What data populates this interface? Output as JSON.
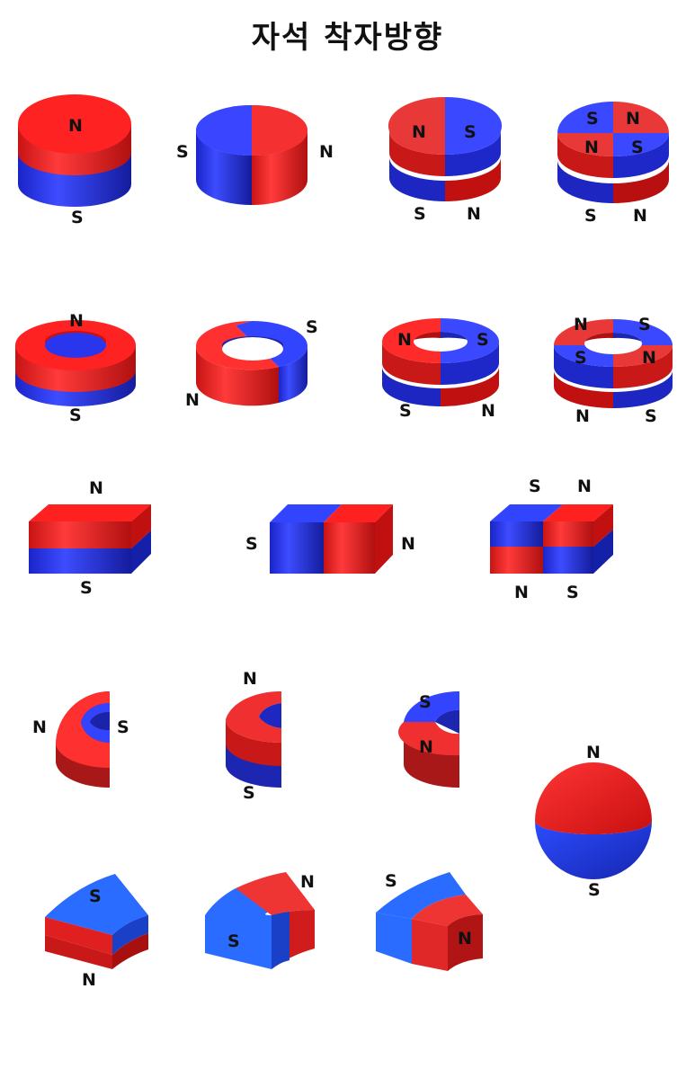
{
  "title": "자석 착자방향",
  "colors": {
    "north": "#ee1c1c",
    "south": "#2233ee",
    "north_dark": "#a01212",
    "south_dark": "#16209c"
  },
  "magnets": [
    {
      "shape": "disc",
      "poles": [
        "N",
        "S"
      ]
    },
    {
      "shape": "disc-diametric",
      "poles": [
        "S",
        "N"
      ]
    },
    {
      "shape": "disc-2pole-axial",
      "poles": [
        "N",
        "S",
        "S",
        "N"
      ]
    },
    {
      "shape": "disc-4pole",
      "poles": [
        "S",
        "N",
        "N",
        "S",
        "S",
        "N"
      ]
    },
    {
      "shape": "ring",
      "poles": [
        "N",
        "S"
      ]
    },
    {
      "shape": "ring-diametric",
      "poles": [
        "S",
        "N"
      ]
    },
    {
      "shape": "ring-2pole-axial",
      "poles": [
        "N",
        "S",
        "S",
        "N"
      ]
    },
    {
      "shape": "ring-4pole",
      "poles": [
        "N",
        "S",
        "S",
        "N",
        "N",
        "S"
      ]
    },
    {
      "shape": "block-thickness",
      "poles": [
        "N",
        "S"
      ]
    },
    {
      "shape": "block-length",
      "poles": [
        "S",
        "N"
      ]
    },
    {
      "shape": "block-4pole",
      "poles": [
        "S",
        "N",
        "N",
        "S"
      ]
    },
    {
      "shape": "half-ring-radial",
      "poles": [
        "N",
        "S"
      ]
    },
    {
      "shape": "half-ring-axial",
      "poles": [
        "N",
        "S"
      ]
    },
    {
      "shape": "half-ring-2pole",
      "poles": [
        "S",
        "N"
      ]
    },
    {
      "shape": "sphere",
      "poles": [
        "N",
        "S"
      ]
    },
    {
      "shape": "arc-thickness",
      "poles": [
        "S",
        "N"
      ]
    },
    {
      "shape": "arc-width",
      "poles": [
        "N",
        "S"
      ]
    },
    {
      "shape": "arc-length",
      "poles": [
        "S",
        "N"
      ]
    }
  ]
}
